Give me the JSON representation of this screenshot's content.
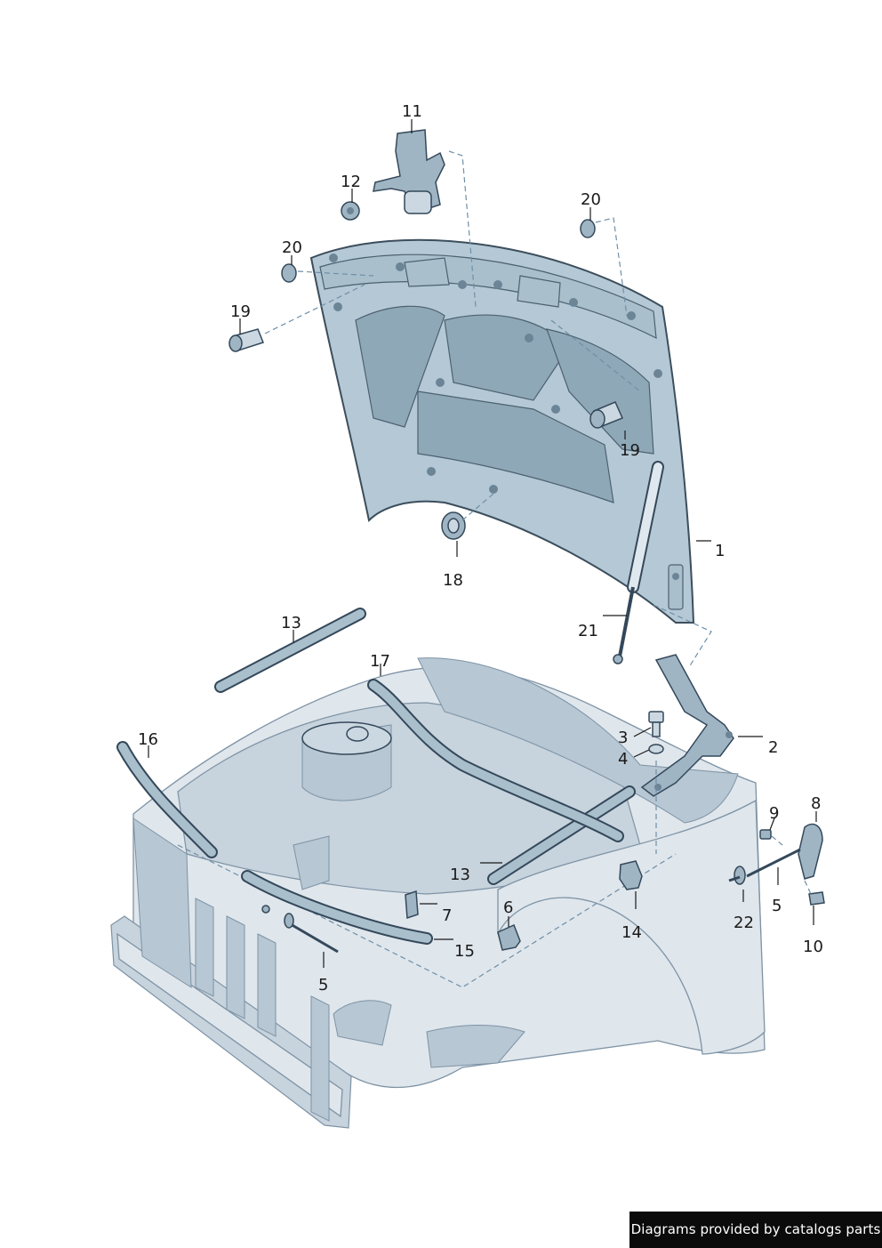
{
  "callouts": {
    "c1": "1",
    "c2": "2",
    "c3": "3",
    "c4": "4",
    "c5a": "5",
    "c5b": "5",
    "c6": "6",
    "c7": "7",
    "c8": "8",
    "c9": "9",
    "c10": "10",
    "c11": "11",
    "c12": "12",
    "c13a": "13",
    "c13b": "13",
    "c14": "14",
    "c15": "15",
    "c16": "16",
    "c17": "17",
    "c18": "18",
    "c19a": "19",
    "c19b": "19",
    "c20a": "20",
    "c20b": "20",
    "c21": "21",
    "c22": "22"
  },
  "footer": {
    "credit": "Diagrams provided by catalogs parts"
  },
  "colors": {
    "hood": "#b4c8d5",
    "body": "#dfe6ec",
    "outline": "#34485a",
    "credit_bg": "#0b0b0b"
  }
}
